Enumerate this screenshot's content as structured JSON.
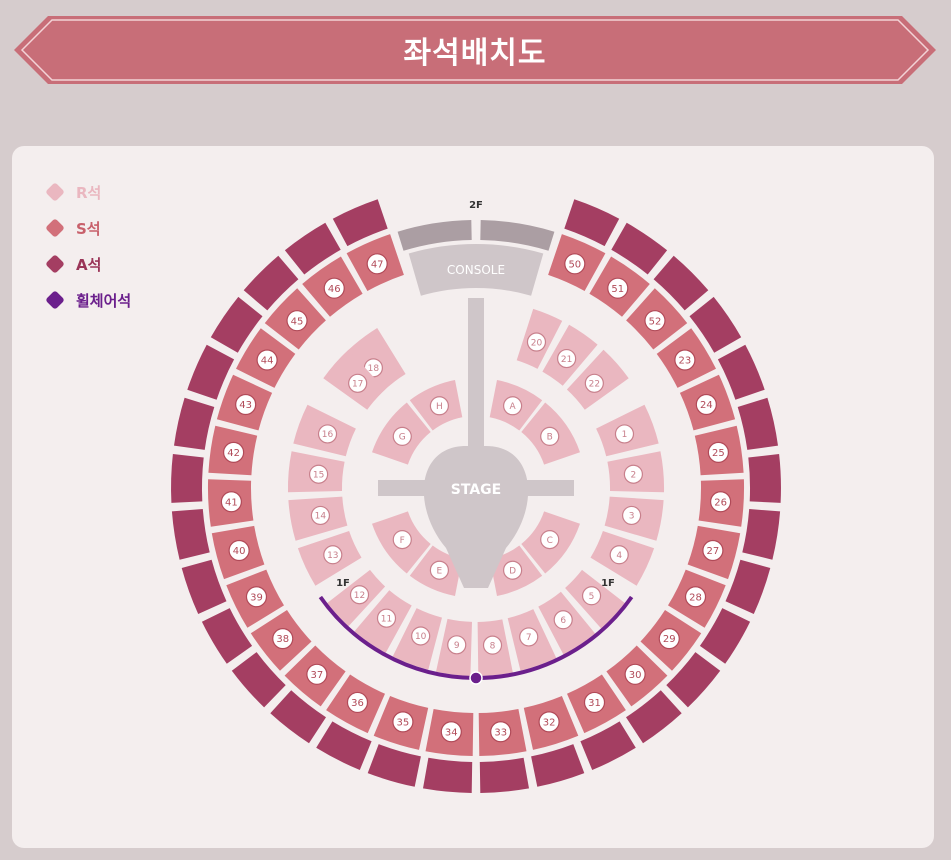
{
  "header": {
    "title": "좌석배치도"
  },
  "legend": [
    {
      "label": "R석",
      "color": "#eab7c0"
    },
    {
      "label": "S석",
      "color": "#d2707a"
    },
    {
      "label": "A석",
      "color": "#a43e62"
    },
    {
      "label": "휠체어석",
      "color": "#6b1f8c"
    }
  ],
  "map": {
    "floor_2_label": "2F",
    "floor_1_left_label": "1F",
    "floor_1_right_label": "1F",
    "console_label": "CONSOLE",
    "stage_label": "STAGE",
    "wheelchair_icon": "wheelchair-icon",
    "floor_sections": [
      "H",
      "A",
      "B",
      "C",
      "D",
      "E",
      "F",
      "G"
    ],
    "inner_sections": [
      "18",
      "20",
      "21",
      "22",
      "1",
      "2",
      "3",
      "4",
      "5",
      "6",
      "7",
      "8",
      "9",
      "10",
      "11",
      "12",
      "13",
      "14",
      "15",
      "16",
      "17"
    ],
    "middle_sections": [
      "50",
      "51",
      "52",
      "23",
      "24",
      "25",
      "26",
      "27",
      "28",
      "29",
      "30",
      "31",
      "32",
      "33",
      "34",
      "35",
      "36",
      "37",
      "38",
      "39",
      "40",
      "41",
      "42",
      "43",
      "44",
      "45",
      "46",
      "47"
    ]
  }
}
